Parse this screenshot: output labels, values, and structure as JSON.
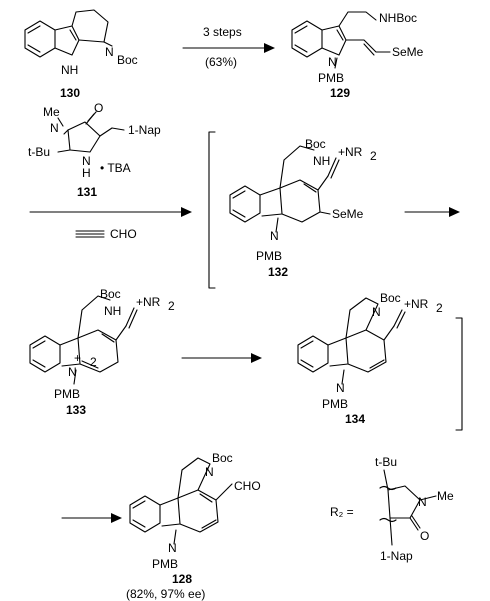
{
  "compounds": {
    "c130": "130",
    "c129": "129",
    "c131": "131",
    "c132": "132",
    "c133": "133",
    "c134": "134",
    "c128": "128"
  },
  "reagents": {
    "step1_top": "3 steps",
    "step1_bottom": "(63%)",
    "propynal": "CHO",
    "yield_128": "(82%, 97% ee)"
  },
  "atoms": {
    "boc": "Boc",
    "nhboc": "NHBoc",
    "nh": "NH",
    "n": "N",
    "h": "H",
    "pmb": "PMB",
    "seme": "SeMe",
    "iminium": "+NR",
    "sub2": "2",
    "tbu": "t-Bu",
    "me": "Me",
    "o": "O",
    "nap": "1-Nap",
    "tba": "• TBA",
    "cho": "CHO",
    "plus": "+",
    "pos2": "2",
    "r2eq": "R₂ ="
  }
}
